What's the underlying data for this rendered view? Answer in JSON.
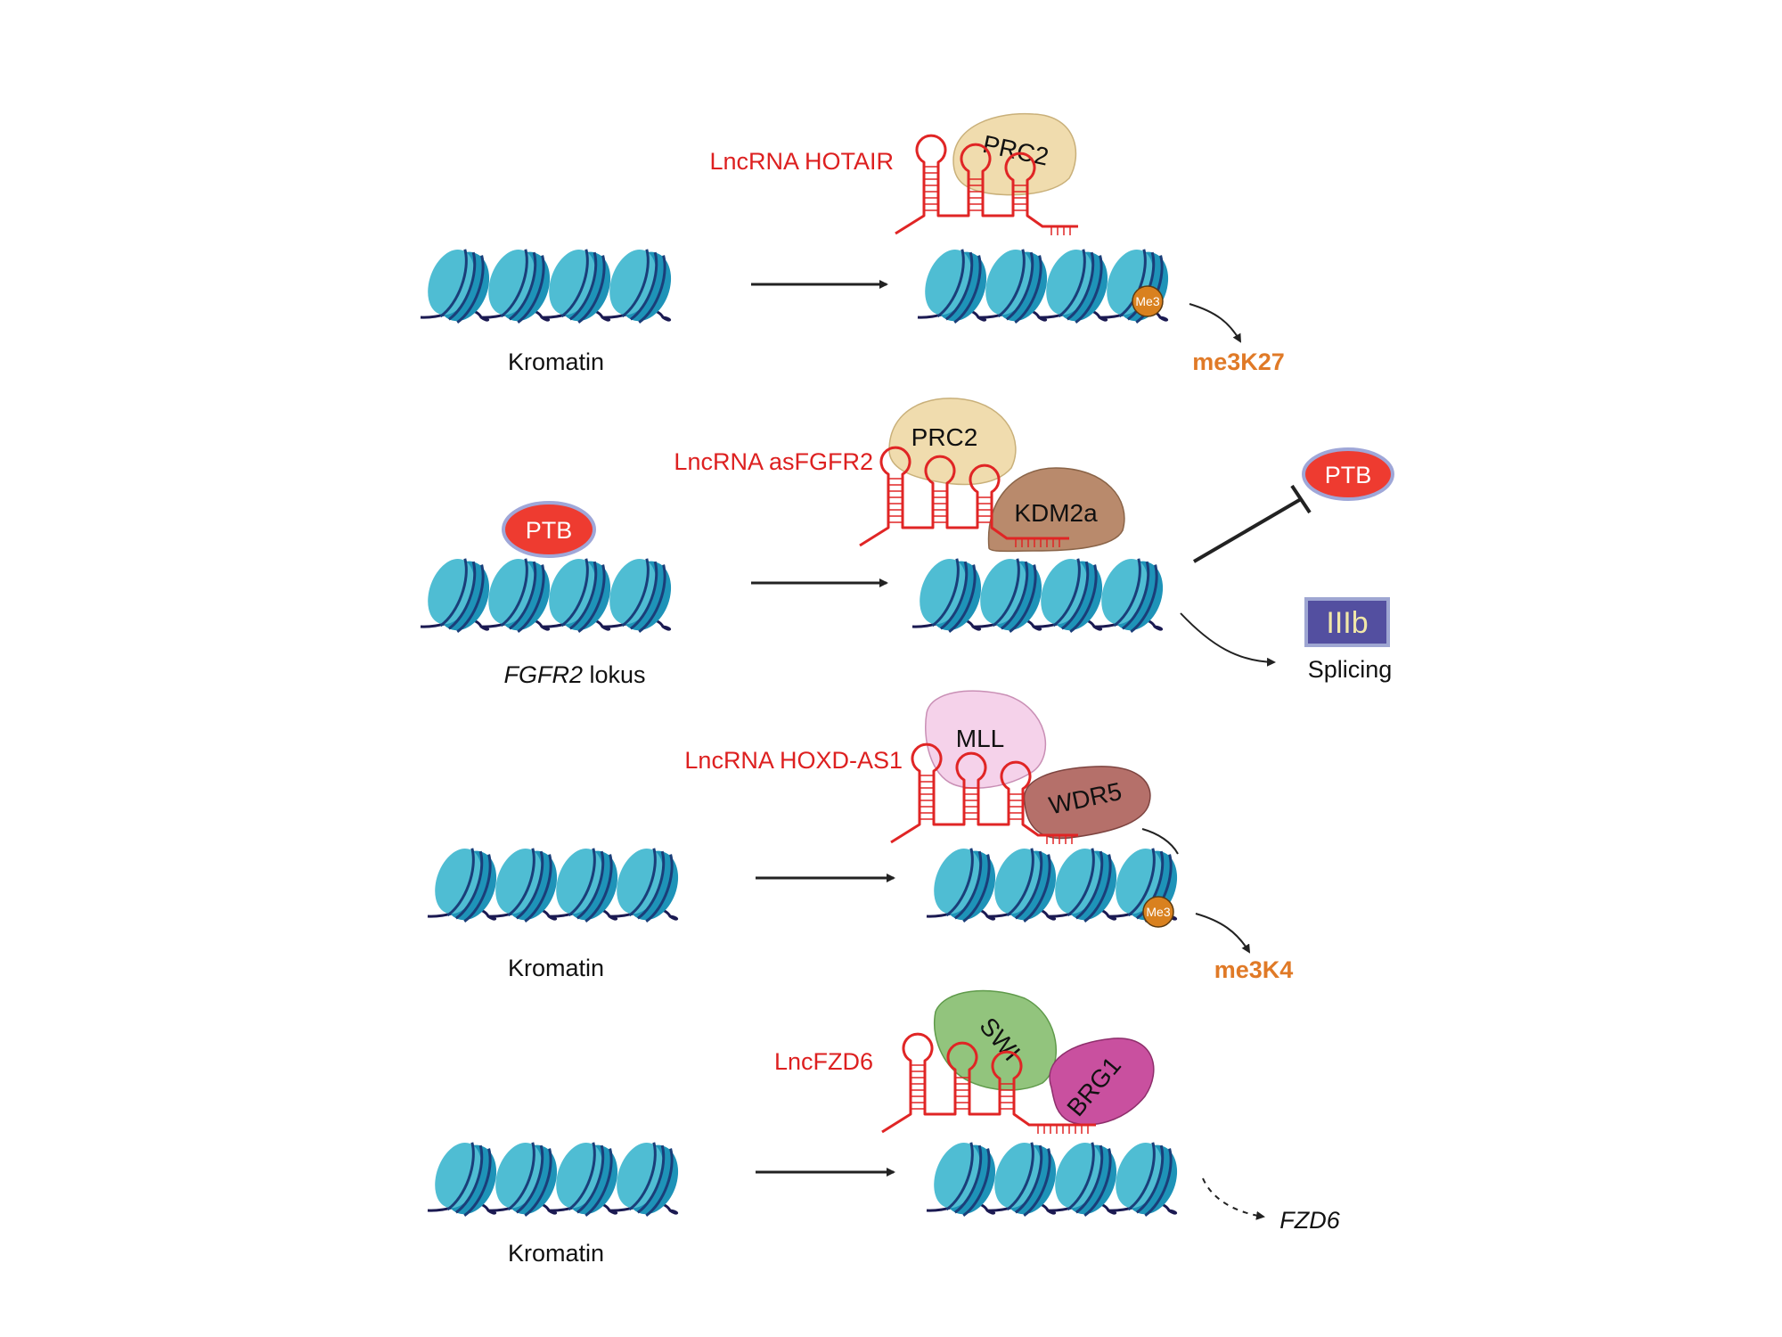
{
  "colors": {
    "nucleosome_fill": "#4fbdd3",
    "nucleosome_dark": "#1e93b8",
    "nucleosome_stripe": "#1a3e79",
    "dna": "#1b1a52",
    "rna": "#e02525",
    "label_red": "#dd2020",
    "methyl_label": "#e07a27",
    "me3_fill": "#d9811f",
    "prc2": "#f0dcae",
    "kdm2a": "#b98a6c",
    "mll": "#f5d2ea",
    "wdr5": "#b5706a",
    "swi": "#92c47d",
    "brg1": "#c9509f",
    "ptb": "#ee3b30",
    "ptb_border": "#9fa7d8",
    "iiib_fill": "#534fa0",
    "iiib_border": "#9ea6d2",
    "iiib_text": "#f1e8a8"
  },
  "panels": [
    {
      "id": "hotair",
      "chromatin_label": "Kromatin",
      "lncrna_label": "LncRNA HOTAIR",
      "proteins": [
        "PRC2"
      ],
      "me3_badge": "Me3",
      "result_label": "me3K27"
    },
    {
      "id": "asfgfr2",
      "chromatin_label_italic": "FGFR2",
      "chromatin_label_rest": " lokus",
      "bound_protein": "PTB",
      "lncrna_label": "LncRNA asFGFR2",
      "proteins": [
        "PRC2",
        "KDM2a"
      ],
      "inhibited_label": "PTB",
      "isoform_label": "IIIb",
      "result_label": "Splicing"
    },
    {
      "id": "hoxd",
      "chromatin_label": "Kromatin",
      "lncrna_label": "LncRNA HOXD-AS1",
      "proteins": [
        "MLL",
        "WDR5"
      ],
      "me3_badge": "Me3",
      "result_label": "me3K4"
    },
    {
      "id": "fzd6",
      "chromatin_label": "Kromatin",
      "lncrna_label": "LncFZD6",
      "proteins": [
        "SWI",
        "BRG1"
      ],
      "result_label": "FZD6"
    }
  ]
}
